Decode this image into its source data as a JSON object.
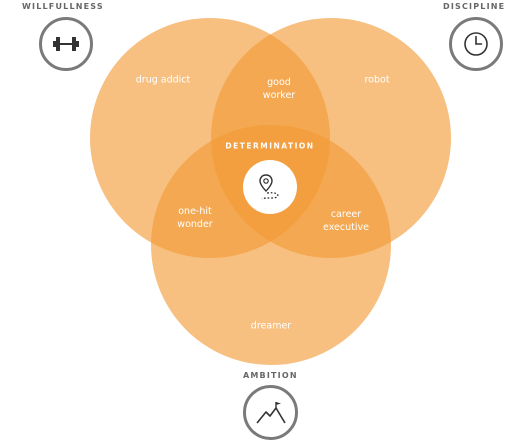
{
  "labels": {
    "willfullness": "WILLFULLNESS",
    "discipline": "DISCIPLINE",
    "ambition": "AMBITION",
    "determination": "DETERMINATION"
  },
  "regions": {
    "drug_addict": "drug addict",
    "robot": "robot",
    "dreamer": "dreamer",
    "good_worker": [
      "good",
      "worker"
    ],
    "one_hit_wonder": [
      "one-hit",
      "wonder"
    ],
    "career_executive": [
      "career",
      "executive"
    ]
  },
  "icons": {
    "willfullness": "dumbbell-icon",
    "discipline": "clock-icon",
    "ambition": "mountain-flag-icon",
    "determination": "map-pin-path-icon"
  },
  "colors": {
    "circle_fill": "#f29a33",
    "badge_border": "#7a7a7a",
    "caption_text": "#666666",
    "region_text": "#ffffff"
  }
}
